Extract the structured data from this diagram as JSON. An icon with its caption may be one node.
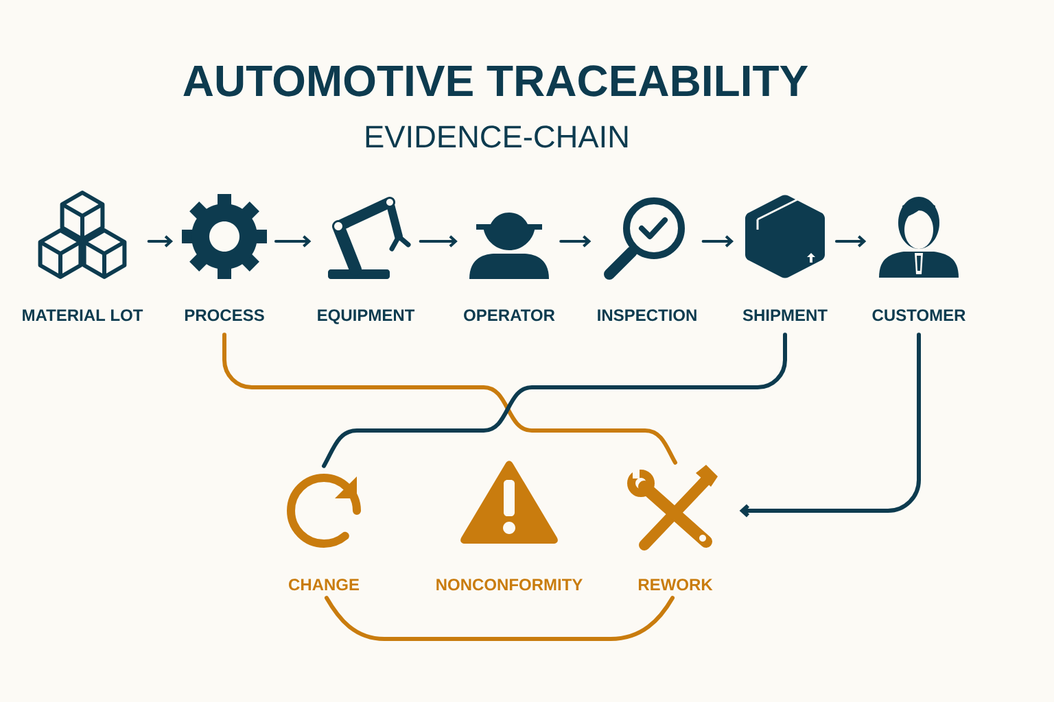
{
  "diagram": {
    "title": "AUTOMOTIVE TRACEABILITY",
    "labels": [
      "EVIDENCE-CHAIN"
    ],
    "nodes": [
      {
        "text": [
          "MATERIAL LOT"
        ]
      },
      {
        "text": [
          "PROCESS"
        ]
      },
      {
        "text": [
          "EQUIPMENT"
        ]
      },
      {
        "text": [
          "OPERATOR"
        ]
      },
      {
        "text": [
          "INSPECTION"
        ]
      },
      {
        "text": [
          "SHIPMENT"
        ]
      },
      {
        "text": [
          "CUSTOMER"
        ]
      },
      {
        "text": [
          "CHANGE"
        ]
      },
      {
        "text": [
          "NONCONFORMITY"
        ]
      },
      {
        "text": [
          "REWORK"
        ]
      }
    ],
    "edges": [
      {
        "from": 0,
        "to": 1,
        "arrow": "to"
      },
      {
        "from": 1,
        "to": 2,
        "arrow": "to"
      },
      {
        "from": 2,
        "to": 3,
        "arrow": "to"
      },
      {
        "from": 3,
        "to": 4,
        "arrow": "to"
      },
      {
        "from": 4,
        "to": 5,
        "arrow": "to"
      },
      {
        "from": 5,
        "to": 6,
        "arrow": "to"
      },
      {
        "from": 1,
        "to": 9,
        "arrow": "none",
        "color": "#c97c0e"
      },
      {
        "from": 5,
        "to": 7,
        "arrow": "none"
      },
      {
        "from": 6,
        "to": 9,
        "arrow": "to"
      },
      {
        "from": 7,
        "to": 9,
        "arrow": "none",
        "color": "#c97c0e"
      }
    ]
  }
}
